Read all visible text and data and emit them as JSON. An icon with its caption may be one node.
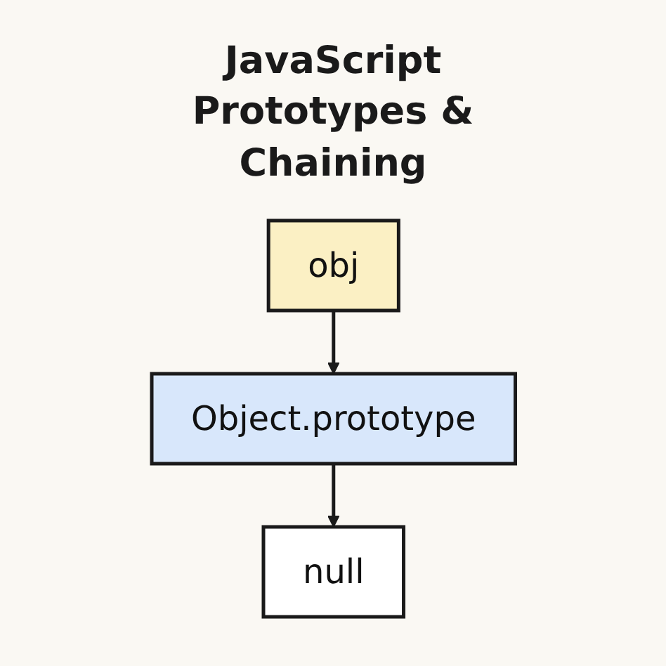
{
  "diagram": {
    "title": "JavaScript Prototypes & Chaining",
    "nodes": [
      {
        "text": [
          "obj"
        ]
      },
      {
        "text": [
          "Object.prototype"
        ]
      },
      {
        "text": [
          "null"
        ]
      }
    ],
    "edges": [
      {
        "from": 0,
        "to": 1,
        "arrow": "to"
      },
      {
        "from": 1,
        "to": 2,
        "arrow": "to"
      }
    ]
  }
}
